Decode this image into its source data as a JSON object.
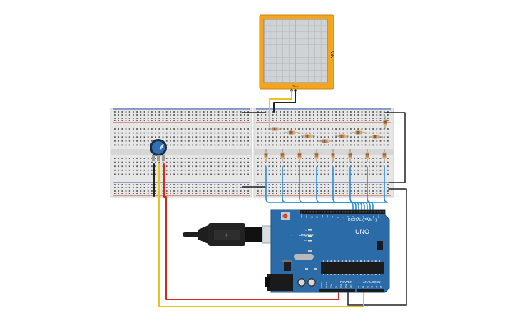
{
  "oscilloscope": {
    "side_label": "Vdiv",
    "bottom_label": "Time"
  },
  "arduino": {
    "brand": "ARDUINO",
    "model": "UNO",
    "digital_label": "DIGITAL (PWM ~)",
    "power_label": "POWER",
    "analog_label": "ANALOG IN",
    "tx_label": "TX",
    "rx_label": "RX",
    "led_label": "L",
    "analog_pins": [
      "A0",
      "A1",
      "A2",
      "A3",
      "A4",
      "A5"
    ],
    "power_pins": [
      "IOREF",
      "RESET",
      "3.3V",
      "5V",
      "GND",
      "GND",
      "VIN"
    ],
    "digital_pins": [
      "AREF",
      "GND",
      "13",
      "12",
      "~11",
      "~10",
      "~9",
      "8",
      "7",
      "~6",
      "~5",
      "4",
      "~3",
      "2",
      "TX 1",
      "RX 0"
    ]
  },
  "colors": {
    "wire_black": "#222222",
    "wire_red": "#d42a1a",
    "wire_yellow": "#e8c41a",
    "wire_blue": "#2f8fd0",
    "scope_frame": "#f4a51c",
    "board_blue": "#2b6ca8",
    "breadboard": "#e6e6e6"
  },
  "icons": {
    "potentiometer": "potentiometer-icon",
    "usb_cable": "usb-cable-icon",
    "chip": "microcontroller-chip-icon",
    "reset": "reset-button-icon"
  }
}
